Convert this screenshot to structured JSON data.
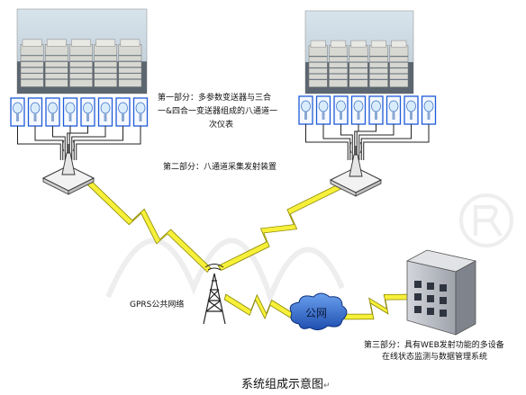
{
  "labels": {
    "part1_line1": "第一部分：多参数变送器与三合",
    "part1_line2": "一&四合一变送器组成的八通道一",
    "part1_line3": "次仪表",
    "part2": "第二部分：八通道采集发射装置",
    "gprs": "GPRS公共网络",
    "cloud": "公网",
    "part3_line1": "第三部分：具有WEB发射功能的多设备",
    "part3_line2": "在线状态监测与数据管理系统"
  },
  "caption": "系统组成示意图",
  "caption_mark": "↵",
  "icons": {
    "sensor": "transmitter-icon",
    "collector": "antenna-transmitter-icon",
    "tower": "radio-tower-icon",
    "cloud": "cloud-icon",
    "server": "server-building-icon",
    "link": "lightning-bolt-icon"
  },
  "colors": {
    "sensor_box": "#1e5bd8",
    "sensor_fill": "#d9ecfb",
    "bolt": "#f7f03a",
    "bolt_edge": "#8a8600",
    "cloud": "#2a68c8",
    "building": "#b9bcc4",
    "line": "#222222"
  }
}
